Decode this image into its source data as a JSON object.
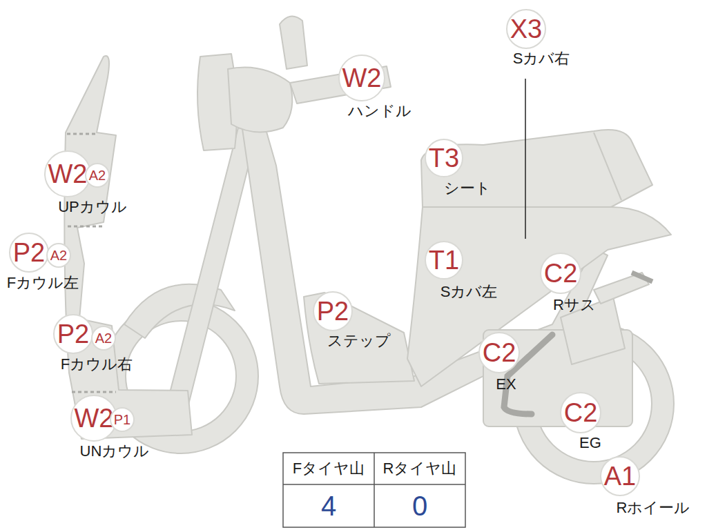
{
  "diagram": {
    "nodes": [
      {
        "text": [
          "X3",
          "Sカバ右"
        ]
      },
      {
        "text": [
          "W2",
          "ハンドル"
        ]
      },
      {
        "text": [
          "T3",
          "シート"
        ]
      },
      {
        "text": [
          "W2",
          "UPカウル"
        ]
      },
      {
        "text": [
          "A2"
        ]
      },
      {
        "text": [
          "P2",
          "Fカウル左"
        ]
      },
      {
        "text": [
          "A2"
        ]
      },
      {
        "text": [
          "T1",
          "Sカバ左"
        ]
      },
      {
        "text": [
          "C2",
          "Rサス"
        ]
      },
      {
        "text": [
          "P2",
          "ステップ"
        ]
      },
      {
        "text": [
          "P2",
          "Fカウル右"
        ]
      },
      {
        "text": [
          "A2"
        ]
      },
      {
        "text": [
          "C2",
          "EX"
        ]
      },
      {
        "text": [
          "W2",
          "UNカウル"
        ]
      },
      {
        "text": [
          "P1"
        ]
      },
      {
        "text": [
          "C2",
          "EG"
        ]
      },
      {
        "text": [
          "A1",
          "Rホイール"
        ]
      }
    ],
    "labels": [
      "Fタイヤ山",
      "Rタイヤ山",
      "4",
      "0"
    ]
  }
}
